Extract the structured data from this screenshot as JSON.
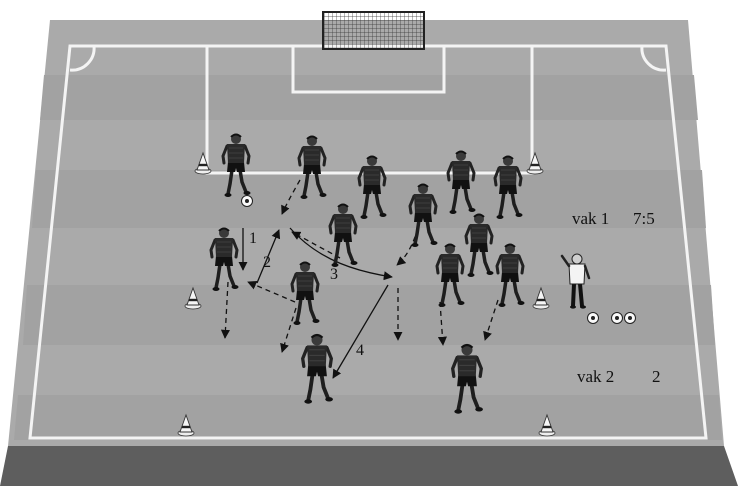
{
  "zones": [
    {
      "name": "vak 1",
      "score": "7:5"
    },
    {
      "name": "vak 2",
      "score": "2"
    }
  ],
  "steps": [
    "1",
    "2",
    "3",
    "4"
  ],
  "colors": {
    "pitch_light": "#aaaaaa",
    "pitch_dark": "#9d9d9d",
    "pitch_side": "#5e5e5e",
    "line": "#f4f4f4",
    "player_shirt": "#2a2a2a",
    "arrow": "#111111"
  }
}
